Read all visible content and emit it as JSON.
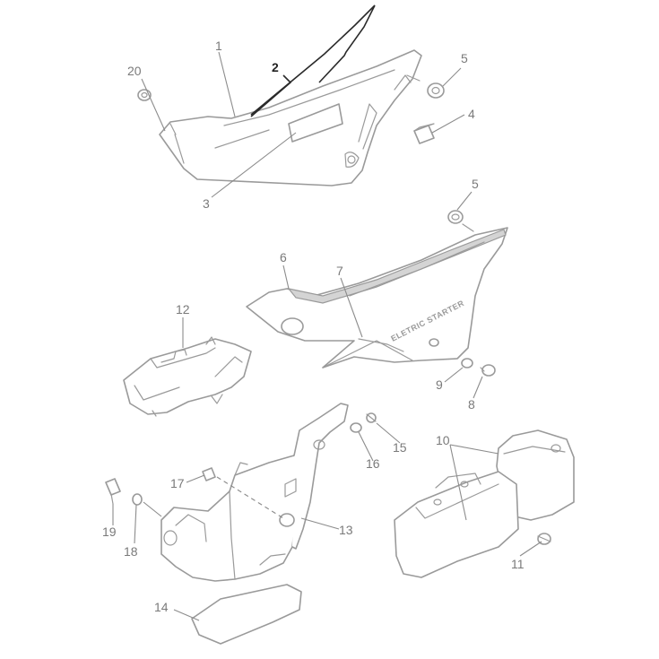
{
  "colors": {
    "line": "#9a9a9a",
    "label": "#7a7a7a",
    "highlight": "#222222"
  },
  "decal_text": "ELETRIC STARTER",
  "callouts": {
    "c1": "1",
    "c2": "2",
    "c3": "3",
    "c4": "4",
    "c5a": "5",
    "c5b": "5",
    "c6": "6",
    "c7": "7",
    "c8": "8",
    "c9": "9",
    "c10": "10",
    "c11": "11",
    "c12": "12",
    "c13": "13",
    "c14": "14",
    "c15": "15",
    "c16": "16",
    "c17": "17",
    "c18": "18",
    "c19": "19",
    "c20": "20"
  }
}
